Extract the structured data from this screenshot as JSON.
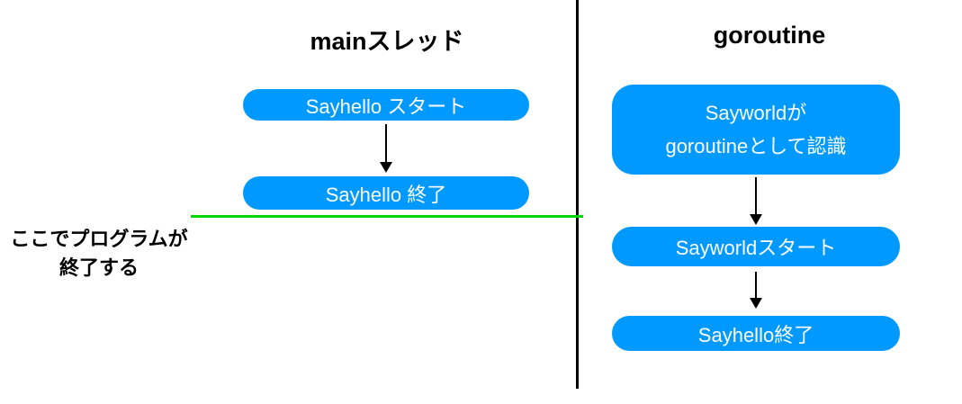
{
  "diagram": {
    "colors": {
      "node_fill": "#0099ff",
      "node_text": "#ffffff",
      "terminate_line": "#00d600",
      "divider_line": "#000000",
      "background": "#ffffff"
    },
    "left_column": {
      "title": "mainスレッド",
      "nodes": {
        "sayhello_start": "Sayhello スタート",
        "sayhello_end": "Sayhello 終了"
      },
      "caption": {
        "line1": "ここでプログラムが",
        "line2": "終了する"
      }
    },
    "right_column": {
      "title": "goroutine",
      "nodes": {
        "sayworld_recognized_line1": "Sayworldが",
        "sayworld_recognized_line2": "goroutineとして認識",
        "sayworld_start": "Sayworldスタート",
        "sayhello_end": "Sayhello終了"
      }
    }
  }
}
